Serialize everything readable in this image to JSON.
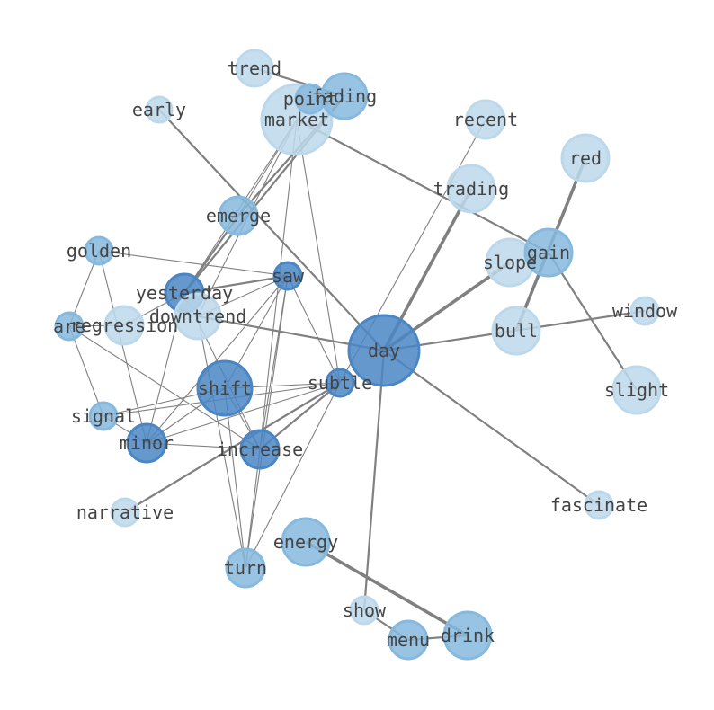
{
  "colors": {
    "light": "#bcd8eb",
    "medium": "#86b9dd",
    "dark": "#4a86c4",
    "edge": "#808080",
    "label": "#444444"
  },
  "nodes": [
    {
      "id": "trend",
      "label": "trend",
      "shade": "light",
      "size": 20
    },
    {
      "id": "early",
      "label": "early",
      "shade": "light",
      "size": 14
    },
    {
      "id": "market",
      "label": "market",
      "shade": "light",
      "size": 39
    },
    {
      "id": "point",
      "label": "point",
      "shade": "medium",
      "size": 16
    },
    {
      "id": "fading",
      "label": "fading",
      "shade": "medium",
      "size": 25
    },
    {
      "id": "recent",
      "label": "recent",
      "shade": "light",
      "size": 21
    },
    {
      "id": "red",
      "label": "red",
      "shade": "light",
      "size": 26
    },
    {
      "id": "trading",
      "label": "trading",
      "shade": "light",
      "size": 26
    },
    {
      "id": "emerge",
      "label": "emerge",
      "shade": "medium",
      "size": 21
    },
    {
      "id": "golden",
      "label": "golden",
      "shade": "medium",
      "size": 15
    },
    {
      "id": "saw",
      "label": "saw",
      "shade": "dark",
      "size": 15
    },
    {
      "id": "slope",
      "label": "slope",
      "shade": "light",
      "size": 26
    },
    {
      "id": "gain",
      "label": "gain",
      "shade": "medium",
      "size": 26
    },
    {
      "id": "yesterday",
      "label": "yesterday",
      "shade": "dark",
      "size": 21
    },
    {
      "id": "downtrend",
      "label": "downtrend",
      "shade": "light",
      "size": 25
    },
    {
      "id": "are",
      "label": "are",
      "shade": "medium",
      "size": 15
    },
    {
      "id": "regression",
      "label": "regression",
      "shade": "light",
      "size": 21
    },
    {
      "id": "window",
      "label": "window",
      "shade": "light",
      "size": 15
    },
    {
      "id": "bull",
      "label": "bull",
      "shade": "light",
      "size": 26
    },
    {
      "id": "day",
      "label": "day",
      "shade": "dark",
      "size": 39
    },
    {
      "id": "subtle",
      "label": "subtle",
      "shade": "dark",
      "size": 15
    },
    {
      "id": "shift",
      "label": "shift",
      "shade": "dark",
      "size": 30
    },
    {
      "id": "slight",
      "label": "slight",
      "shade": "light",
      "size": 26
    },
    {
      "id": "signal",
      "label": "signal",
      "shade": "medium",
      "size": 15
    },
    {
      "id": "minor",
      "label": "minor",
      "shade": "dark",
      "size": 21
    },
    {
      "id": "increase",
      "label": "increase",
      "shade": "dark",
      "size": 21
    },
    {
      "id": "narrative",
      "label": "narrative",
      "shade": "light",
      "size": 15
    },
    {
      "id": "fascinate",
      "label": "fascinate",
      "shade": "light",
      "size": 15
    },
    {
      "id": "energy",
      "label": "energy",
      "shade": "medium",
      "size": 26
    },
    {
      "id": "turn",
      "label": "turn",
      "shade": "medium",
      "size": 21
    },
    {
      "id": "show",
      "label": "show",
      "shade": "light",
      "size": 15
    },
    {
      "id": "menu",
      "label": "menu",
      "shade": "medium",
      "size": 21
    },
    {
      "id": "drink",
      "label": "drink",
      "shade": "medium",
      "size": 26
    }
  ],
  "edges": [
    {
      "source": "trend",
      "target": "fading",
      "weight": 2
    },
    {
      "source": "early",
      "target": "day",
      "weight": 2
    },
    {
      "source": "market",
      "target": "gain",
      "weight": 2
    },
    {
      "source": "market",
      "target": "emerge",
      "weight": 1
    },
    {
      "source": "market",
      "target": "yesterday",
      "weight": 1
    },
    {
      "source": "market",
      "target": "downtrend",
      "weight": 1
    },
    {
      "source": "market",
      "target": "subtle",
      "weight": 1
    },
    {
      "source": "market",
      "target": "increase",
      "weight": 1
    },
    {
      "source": "fading",
      "target": "emerge",
      "weight": 2
    },
    {
      "source": "fading",
      "target": "yesterday",
      "weight": 2
    },
    {
      "source": "recent",
      "target": "subtle",
      "weight": 1
    },
    {
      "source": "red",
      "target": "bull",
      "weight": 3
    },
    {
      "source": "trading",
      "target": "day",
      "weight": 3
    },
    {
      "source": "emerge",
      "target": "yesterday",
      "weight": 2
    },
    {
      "source": "golden",
      "target": "saw",
      "weight": 1
    },
    {
      "source": "golden",
      "target": "are",
      "weight": 1
    },
    {
      "source": "golden",
      "target": "minor",
      "weight": 1
    },
    {
      "source": "saw",
      "target": "yesterday",
      "weight": 2
    },
    {
      "source": "saw",
      "target": "downtrend",
      "weight": 1
    },
    {
      "source": "saw",
      "target": "subtle",
      "weight": 1
    },
    {
      "source": "saw",
      "target": "shift",
      "weight": 1
    },
    {
      "source": "saw",
      "target": "minor",
      "weight": 1
    },
    {
      "source": "saw",
      "target": "increase",
      "weight": 1
    },
    {
      "source": "saw",
      "target": "turn",
      "weight": 1
    },
    {
      "source": "slope",
      "target": "day",
      "weight": 3
    },
    {
      "source": "gain",
      "target": "slight",
      "weight": 2
    },
    {
      "source": "yesterday",
      "target": "regression",
      "weight": 1
    },
    {
      "source": "yesterday",
      "target": "minor",
      "weight": 1
    },
    {
      "source": "yesterday",
      "target": "increase",
      "weight": 1
    },
    {
      "source": "downtrend",
      "target": "day",
      "weight": 2
    },
    {
      "source": "downtrend",
      "target": "turn",
      "weight": 1
    },
    {
      "source": "are",
      "target": "regression",
      "weight": 1
    },
    {
      "source": "are",
      "target": "signal",
      "weight": 1
    },
    {
      "source": "are",
      "target": "increase",
      "weight": 1
    },
    {
      "source": "window",
      "target": "day",
      "weight": 2
    },
    {
      "source": "day",
      "target": "fascinate",
      "weight": 2
    },
    {
      "source": "day",
      "target": "show",
      "weight": 2
    },
    {
      "source": "subtle",
      "target": "shift",
      "weight": 1
    },
    {
      "source": "subtle",
      "target": "signal",
      "weight": 1
    },
    {
      "source": "subtle",
      "target": "minor",
      "weight": 1
    },
    {
      "source": "subtle",
      "target": "increase",
      "weight": 2
    },
    {
      "source": "subtle",
      "target": "turn",
      "weight": 1
    },
    {
      "source": "subtle",
      "target": "narrative",
      "weight": 2
    },
    {
      "source": "shift",
      "target": "signal",
      "weight": 1
    },
    {
      "source": "shift",
      "target": "minor",
      "weight": 1
    },
    {
      "source": "shift",
      "target": "increase",
      "weight": 1
    },
    {
      "source": "shift",
      "target": "turn",
      "weight": 1
    },
    {
      "source": "signal",
      "target": "minor",
      "weight": 1
    },
    {
      "source": "minor",
      "target": "increase",
      "weight": 1
    },
    {
      "source": "increase",
      "target": "turn",
      "weight": 1
    },
    {
      "source": "energy",
      "target": "drink",
      "weight": 3
    },
    {
      "source": "show",
      "target": "menu",
      "weight": 2
    },
    {
      "source": "menu",
      "target": "drink",
      "weight": 2
    }
  ]
}
